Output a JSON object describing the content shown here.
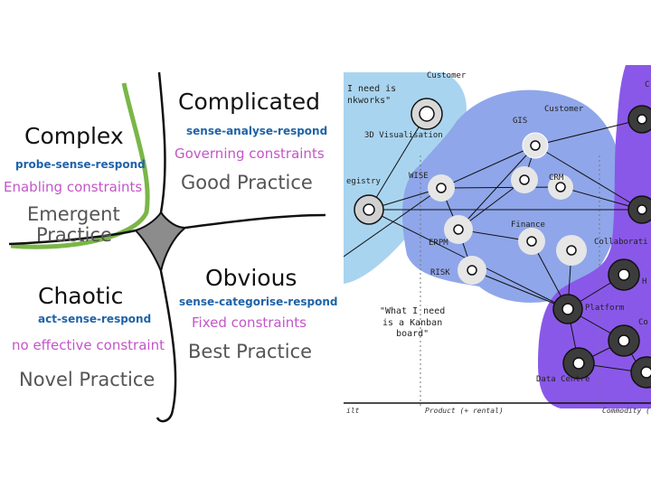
{
  "cynefin": {
    "complex": {
      "title": "Complex",
      "method": "probe-sense-respond",
      "constraint": "Enabling constraints",
      "practice_line1": "Emergent",
      "practice_line2": "Practice"
    },
    "complicated": {
      "title": "Complicated",
      "method": "sense-analyse-respond",
      "constraint": "Governing constraints",
      "practice": "Good Practice"
    },
    "chaotic": {
      "title": "Chaotic",
      "method": "act-sense-respond",
      "constraint": "no effective constraint",
      "practice": "Novel Practice"
    },
    "obvious": {
      "title": "Obvious",
      "method": "sense-categorise-respond",
      "constraint": "Fixed constraints",
      "practice": "Best Practice"
    }
  },
  "wardley_map": {
    "note_top": "I need is\nnkworks\"",
    "note_bottom": "\"What I need\nis a Kanban\nboard\"",
    "nodes": {
      "customer_top": "Customer",
      "customer_right": "Customer",
      "visualisation": "3D Visualisation",
      "gis": "GIS",
      "registry": "egistry",
      "wise": "WISE",
      "crm": "CRM",
      "erpm": "ERPM",
      "finance": "Finance",
      "collaboration": "Collaborati",
      "risk": "RISK",
      "platform": "Platform",
      "h": "H",
      "co": "Co",
      "data_centre": "Data Centre",
      "corner": "C"
    },
    "axis": {
      "genesis": "ilt",
      "product": "Product (+ rental)",
      "commodity": "Commodity ("
    }
  },
  "colors": {
    "light_blue_region": "#a9d4ef",
    "mid_blue_region": "#8fa6ea",
    "purple_region": "#8a58e8",
    "green_curve": "#7ab648",
    "method_blue": "#1f63a8",
    "constraint_magenta": "#c455c8"
  }
}
